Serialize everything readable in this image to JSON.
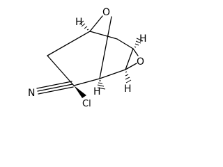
{
  "molecule": {
    "atoms": {
      "bridge_oxygen": "O",
      "epoxide_oxygen": "O",
      "nitrile_nitrogen": "N",
      "chloro_substituent": "Cl"
    },
    "stereo_hydrogens": {
      "top_left": "H",
      "top_right": "H",
      "bottom_left": "H",
      "bottom_right": "H"
    }
  }
}
